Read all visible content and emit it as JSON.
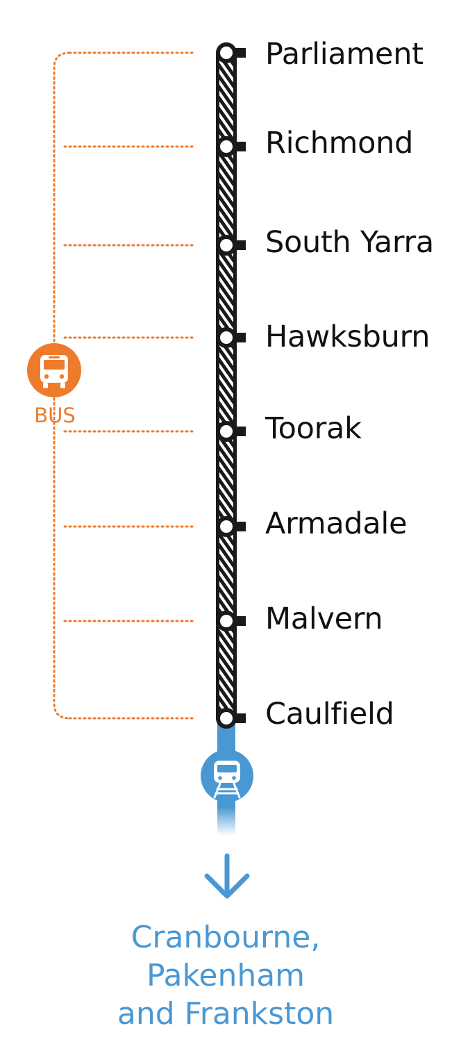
{
  "stations": [
    "Parliament",
    "Richmond",
    "South Yarra",
    "Hawksburn",
    "Toorak",
    "Armadale",
    "Malvern",
    "Caulfield"
  ],
  "bus": {
    "label": "BUS",
    "icon": "bus-icon"
  },
  "train": {
    "icon": "train-icon"
  },
  "direction_icon": "arrow-down-icon",
  "destination_lines": [
    "Cranbourne,",
    "Pakenham",
    "and Frankston"
  ],
  "colors": {
    "line": "#1a1a1a",
    "bus": "#ee7a2b",
    "train": "#4a98d3"
  }
}
